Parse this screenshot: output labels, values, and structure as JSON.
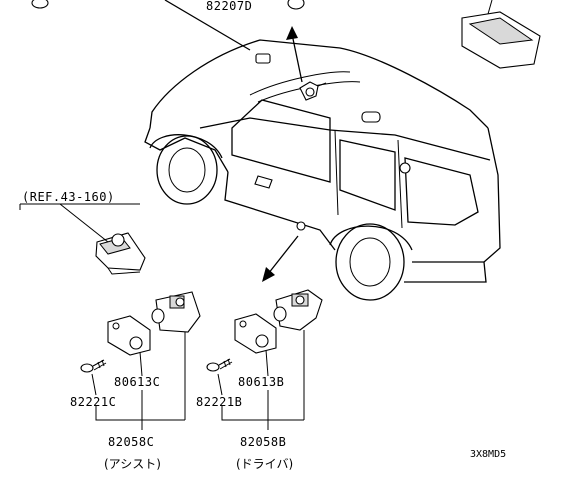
{
  "labels": {
    "top_part": "82207D",
    "reference": "(REF.43-160)",
    "left_switch": "80613C",
    "left_screw": "82221C",
    "left_assembly": "82058C",
    "left_side": "(アシスト)",
    "right_switch": "80613B",
    "right_screw": "82221B",
    "right_assembly": "82058B",
    "right_side": "(ドライバ)",
    "diagram_code": "3X8MD5"
  }
}
